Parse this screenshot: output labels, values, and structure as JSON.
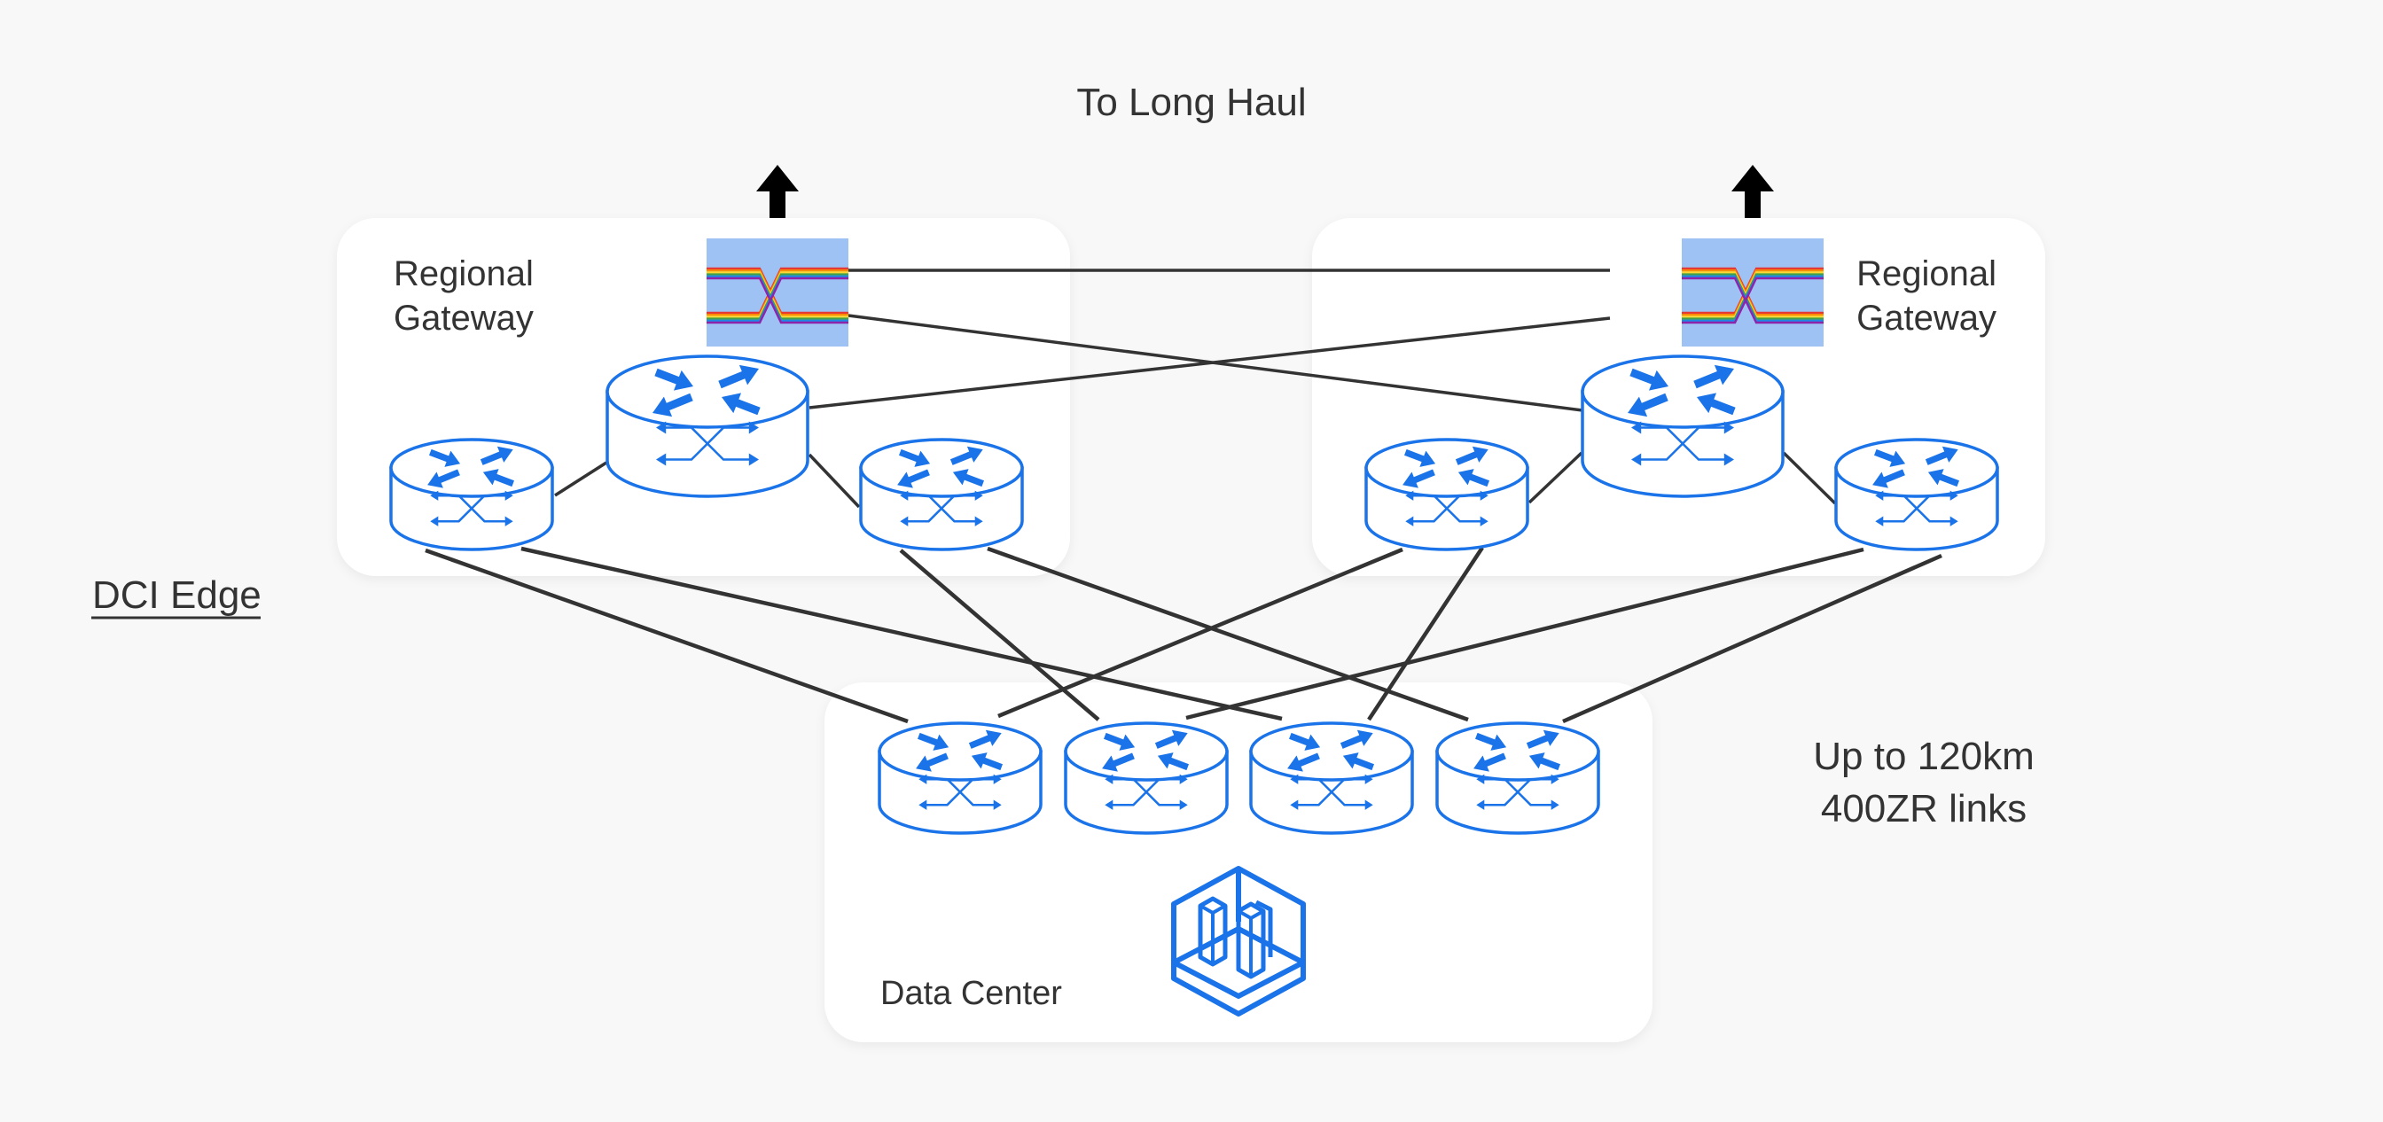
{
  "diagram": {
    "title": "To Long Haul",
    "side_label": "DCI Edge",
    "annotation": {
      "line1": "Up to 120km",
      "line2": "400ZR links"
    },
    "colors": {
      "background": "#f8f8f8",
      "panel": "#ffffff",
      "router_stroke": "#1a73e8",
      "link": "#333333",
      "text": "#333333",
      "optical_switch_bg": "#9fc2f5",
      "uplink_arrow": "#000000"
    },
    "groups": [
      {
        "id": "rg-left",
        "label_line1": "Regional",
        "label_line2": "Gateway",
        "nodes": [
          "oxc-left",
          "rg-left-core",
          "rg-left-edge-a",
          "rg-left-edge-b"
        ]
      },
      {
        "id": "rg-right",
        "label_line1": "Regional",
        "label_line2": "Gateway",
        "nodes": [
          "oxc-right",
          "rg-right-core",
          "rg-right-edge-a",
          "rg-right-edge-b"
        ]
      },
      {
        "id": "dc",
        "label": "Data Center",
        "nodes": [
          "dc-r1",
          "dc-r2",
          "dc-r3",
          "dc-r4",
          "dc-building"
        ]
      }
    ],
    "nodes": [
      {
        "id": "oxc-left",
        "type": "optical-cross-connect"
      },
      {
        "id": "oxc-right",
        "type": "optical-cross-connect"
      },
      {
        "id": "rg-left-core",
        "type": "router"
      },
      {
        "id": "rg-left-edge-a",
        "type": "router"
      },
      {
        "id": "rg-left-edge-b",
        "type": "router"
      },
      {
        "id": "rg-right-core",
        "type": "router"
      },
      {
        "id": "rg-right-edge-a",
        "type": "router"
      },
      {
        "id": "rg-right-edge-b",
        "type": "router"
      },
      {
        "id": "dc-r1",
        "type": "router"
      },
      {
        "id": "dc-r2",
        "type": "router"
      },
      {
        "id": "dc-r3",
        "type": "router"
      },
      {
        "id": "dc-r4",
        "type": "router"
      },
      {
        "id": "dc-building",
        "type": "data-center"
      }
    ],
    "edges": [
      {
        "from": "oxc-left",
        "to": "oxc-right"
      },
      {
        "from": "oxc-left",
        "to": "rg-right-core"
      },
      {
        "from": "oxc-right",
        "to": "rg-left-core"
      },
      {
        "from": "rg-left-core",
        "to": "rg-left-edge-a"
      },
      {
        "from": "rg-left-core",
        "to": "rg-left-edge-b"
      },
      {
        "from": "rg-right-core",
        "to": "rg-right-edge-a"
      },
      {
        "from": "rg-right-core",
        "to": "rg-right-edge-b"
      },
      {
        "from": "rg-left-edge-a",
        "to": "dc-r1"
      },
      {
        "from": "rg-left-edge-a",
        "to": "dc-r3"
      },
      {
        "from": "rg-left-edge-b",
        "to": "dc-r2"
      },
      {
        "from": "rg-left-edge-b",
        "to": "dc-r4"
      },
      {
        "from": "rg-right-edge-a",
        "to": "dc-r1"
      },
      {
        "from": "rg-right-edge-a",
        "to": "dc-r3"
      },
      {
        "from": "rg-right-edge-b",
        "to": "dc-r2"
      },
      {
        "from": "rg-right-edge-b",
        "to": "dc-r4"
      }
    ],
    "uplinks": [
      "oxc-left",
      "oxc-right"
    ]
  }
}
